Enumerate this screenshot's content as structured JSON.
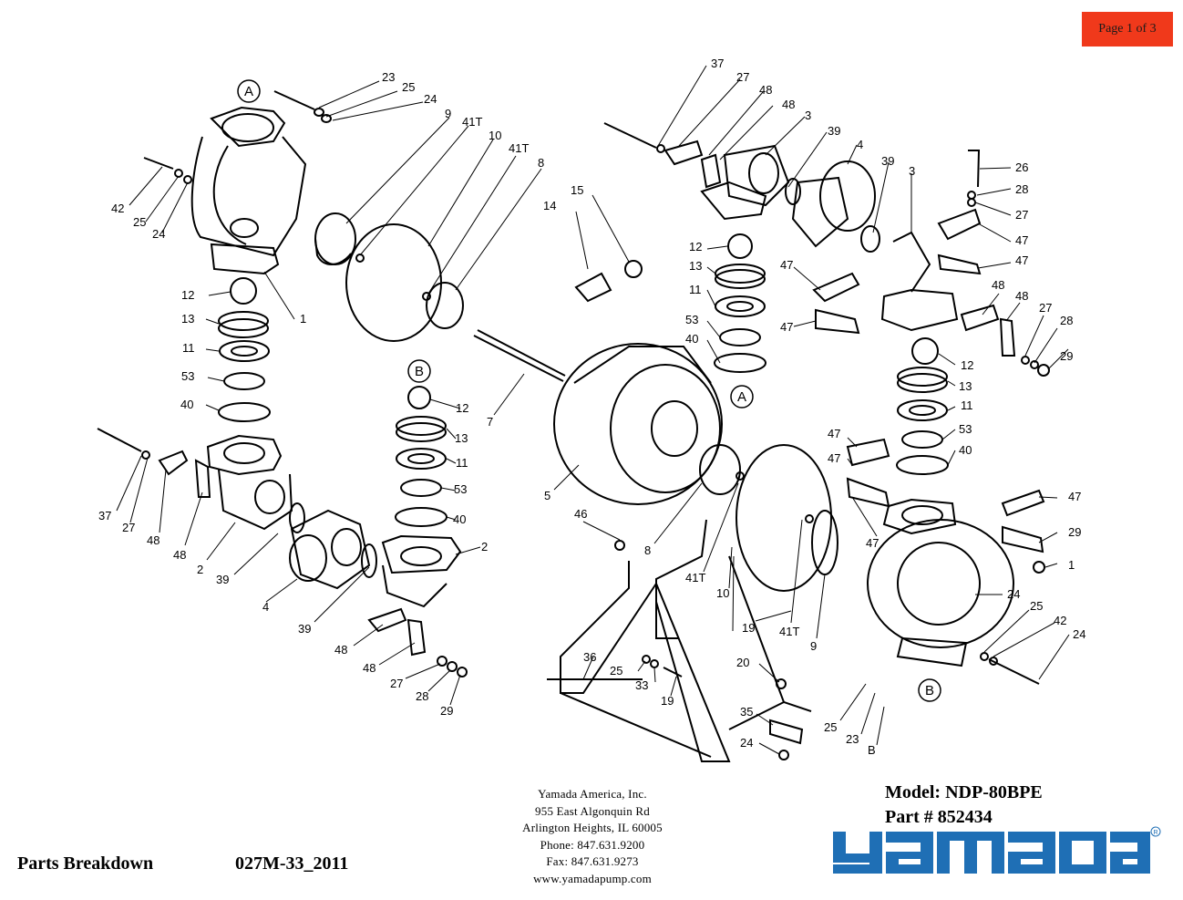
{
  "page_indicator": "Page 1 of 3",
  "company": {
    "name": "Yamada America, Inc.",
    "street": "955 East Algonquin Rd",
    "city": "Arlington Heights, IL 60005",
    "phone": "Phone: 847.631.9200",
    "fax": "Fax: 847.631.9273",
    "web": "www.yamadapump.com"
  },
  "model": "Model: NDP-80BPE",
  "part": "Part # 852434",
  "footer_title": "Parts Breakdown",
  "footer_code": "027M-33_2011",
  "logo": {
    "text": "yamada",
    "reg": "®",
    "color": "#1f6fb5"
  },
  "callouts": {
    "A": "A",
    "B": "B"
  },
  "part_labels": [
    "23",
    "25",
    "24",
    "9",
    "41T",
    "10",
    "41T",
    "8",
    "42",
    "25",
    "24",
    "12",
    "1",
    "13",
    "11",
    "53",
    "40",
    "B",
    "12",
    "13",
    "11",
    "53",
    "40",
    "2",
    "37",
    "27",
    "48",
    "48",
    "2",
    "39",
    "4",
    "39",
    "48",
    "48",
    "27",
    "28",
    "29",
    "37",
    "27",
    "48",
    "48",
    "3",
    "39",
    "4",
    "39",
    "3",
    "26",
    "28",
    "27",
    "47",
    "47",
    "14",
    "15",
    "12",
    "13",
    "11",
    "53",
    "40",
    "A",
    "47",
    "47",
    "48",
    "48",
    "27",
    "28",
    "29",
    "12",
    "13",
    "11",
    "53",
    "40",
    "7",
    "5",
    "46",
    "8",
    "41T",
    "10",
    "19",
    "41T",
    "9",
    "47",
    "47",
    "47",
    "47",
    "29",
    "1",
    "24",
    "25",
    "42",
    "24",
    "25",
    "33",
    "19",
    "36",
    "20",
    "35",
    "24",
    "25",
    "23",
    "B"
  ]
}
